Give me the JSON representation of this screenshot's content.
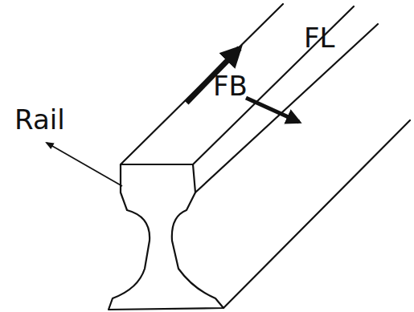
{
  "diagram": {
    "labels": [
      "Rail",
      "FB",
      "FL"
    ]
  }
}
